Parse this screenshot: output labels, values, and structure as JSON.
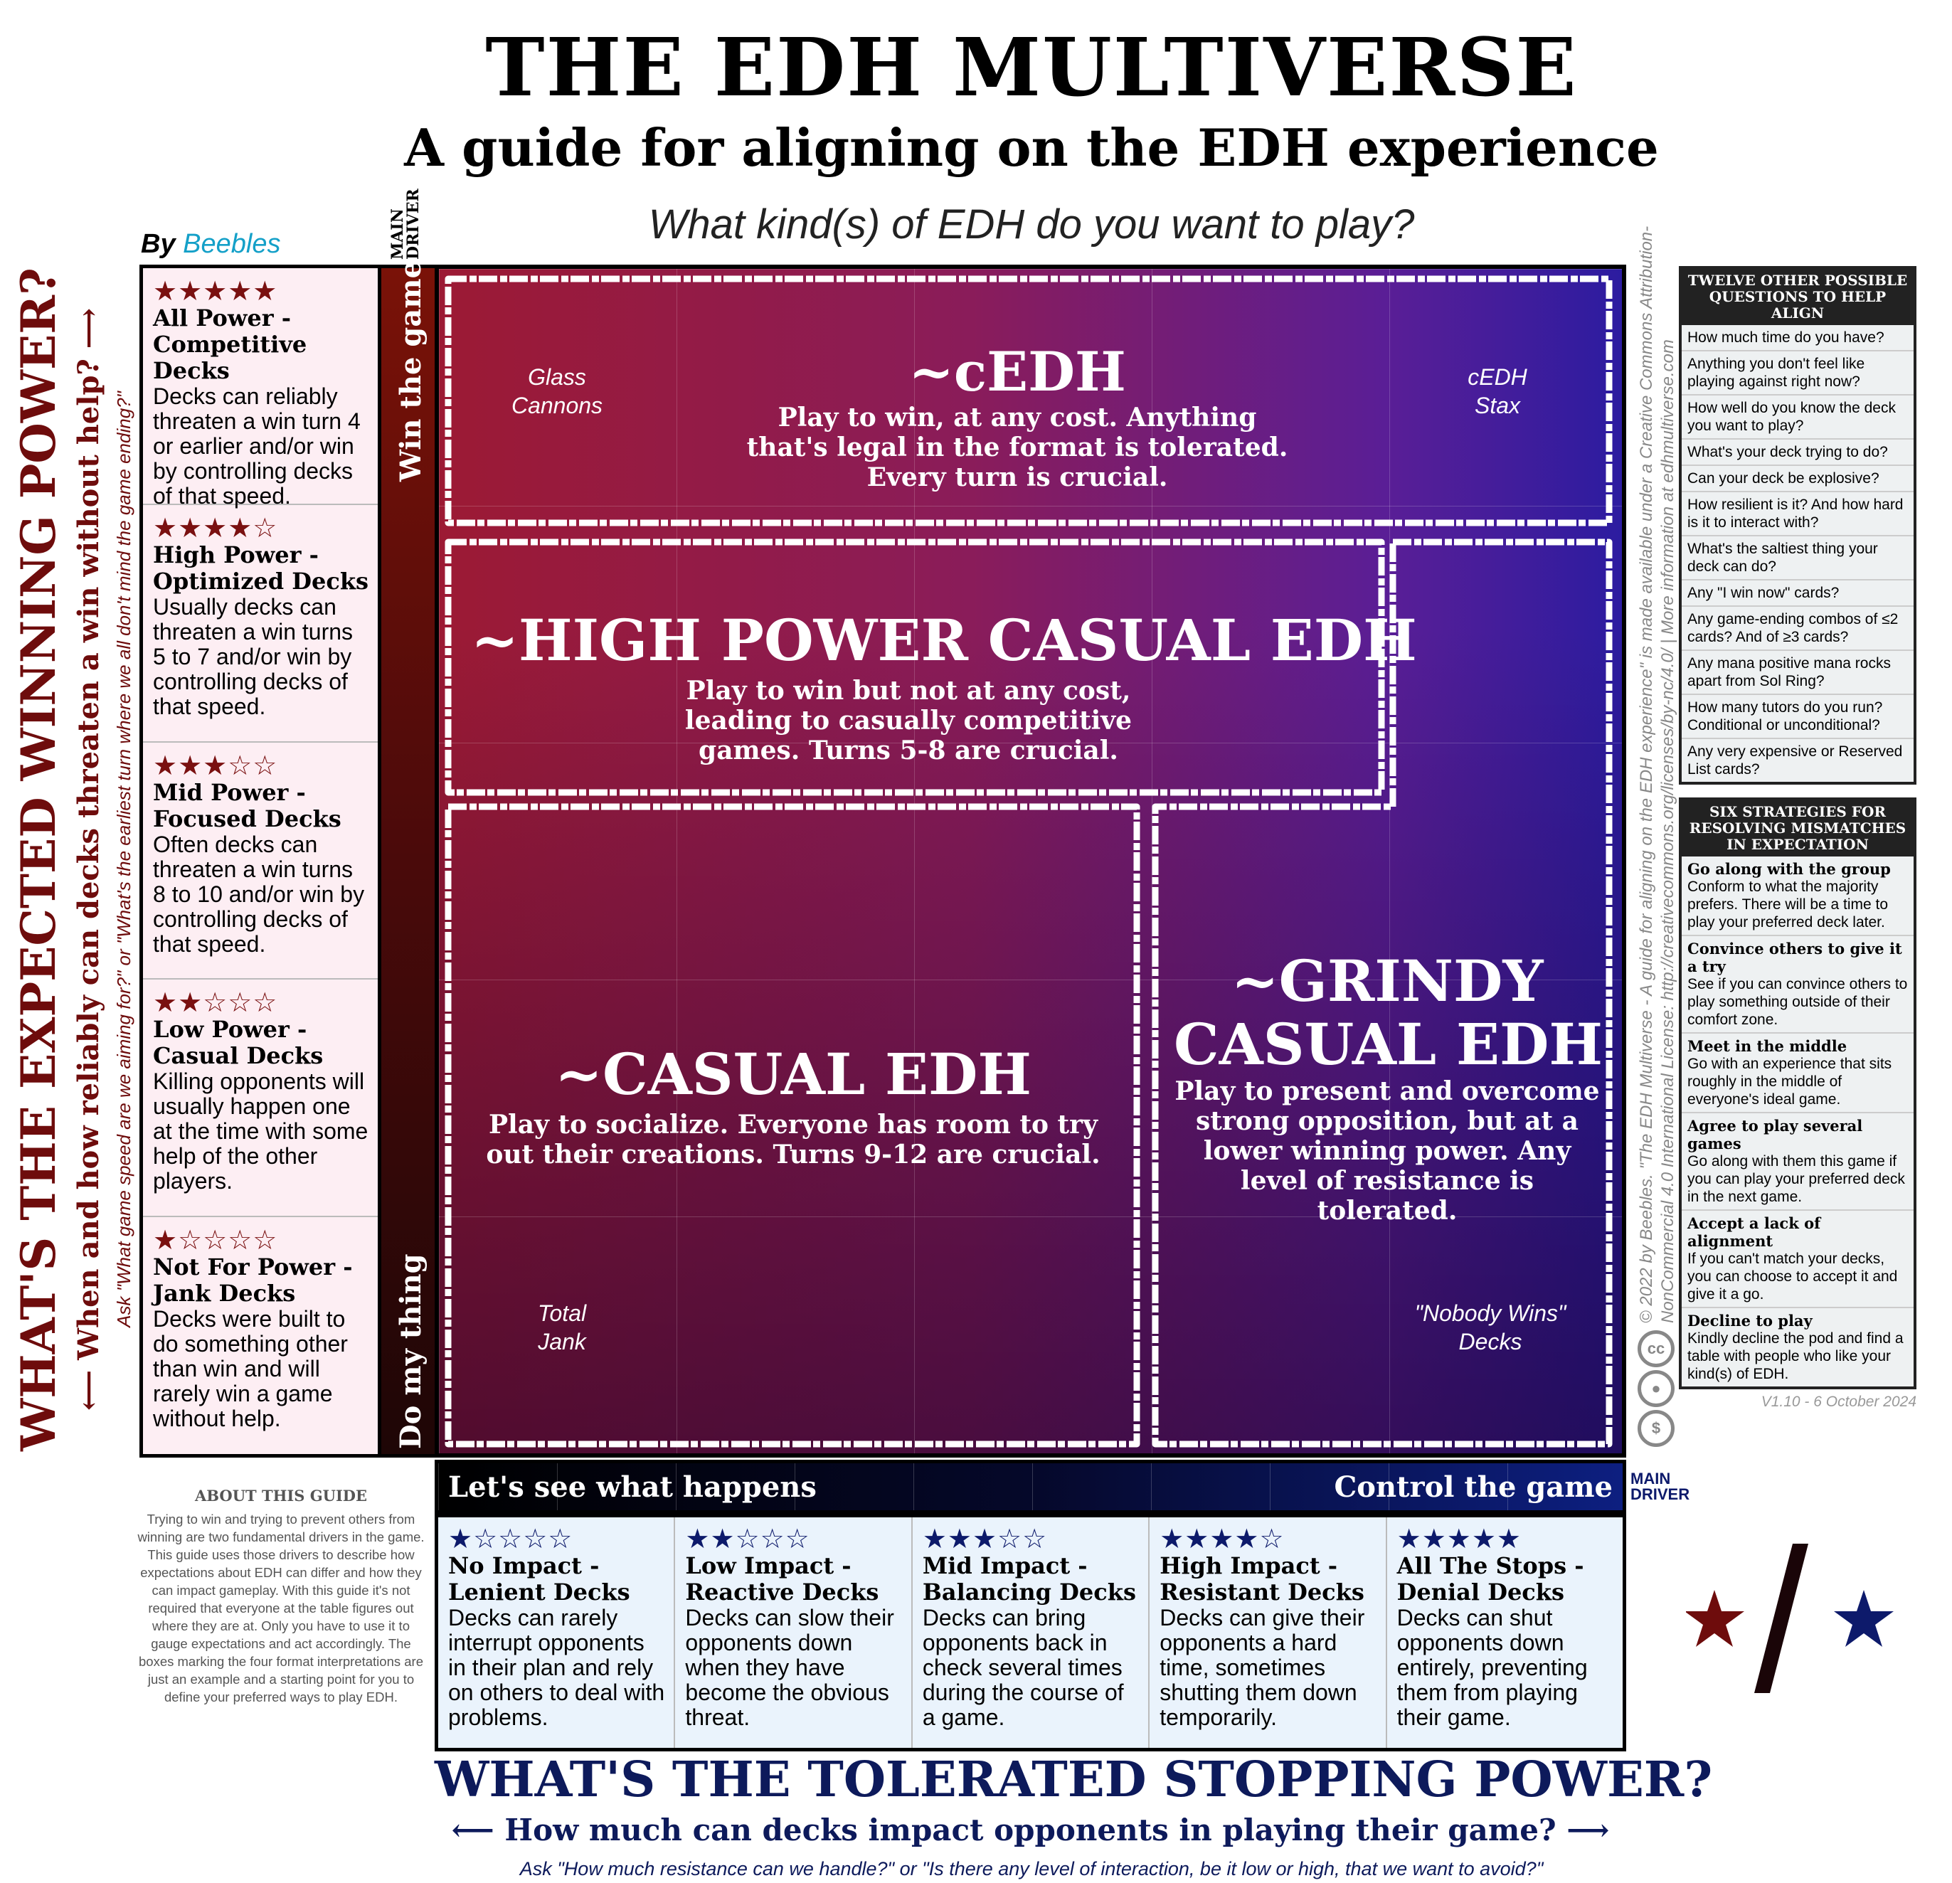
{
  "header": {
    "title": "THE EDH MULTIVERSE",
    "subtitle": "A guide for aligning on the EDH experience",
    "question": "What kind(s) of EDH do you want to play?",
    "by": "By",
    "author": "Beebles"
  },
  "main_driver_label": "MAIN DRIVER",
  "y_axis": {
    "title": "WHAT'S THE EXPECTED WINNING POWER?",
    "subtitle": "When and how reliably can decks threaten a win without help?",
    "ask": "Ask \"What game speed are we aiming for?\" or \"What's the earliest turn where we all don't mind the game ending?\"",
    "driver_top": "Win the game",
    "driver_bottom": "Do my thing",
    "star_color": "#7a1010"
  },
  "power_levels": [
    {
      "rating": 5,
      "title": "All Power - Competitive Decks",
      "desc": "Decks can reliably threaten a win turn 4 or earlier and/or win by controlling decks of that speed."
    },
    {
      "rating": 4,
      "title": "High Power - Optimized Decks",
      "desc": "Usually decks can threaten a win turns 5 to 7 and/or win by controlling decks of that speed."
    },
    {
      "rating": 3,
      "title": "Mid Power - Focused Decks",
      "desc": "Often decks can threaten a win turns 8 to 10 and/or win by controlling decks of that speed."
    },
    {
      "rating": 2,
      "title": "Low Power - Casual Decks",
      "desc": "Killing opponents will usually happen one at the time with some help of the other players."
    },
    {
      "rating": 1,
      "title": "Not For Power - Jank Decks",
      "desc": "Decks were built to do something other than win and will rarely win a game without help."
    }
  ],
  "x_axis": {
    "title": "WHAT'S THE TOLERATED STOPPING POWER?",
    "subtitle": "How much can decks impact opponents in playing their game?",
    "ask": "Ask \"How much resistance can we handle?\" or \"Is there any level of interaction, be it low or high, that we want to avoid?\"",
    "driver_left": "Let's see what happens",
    "driver_right": "Control the game",
    "star_color": "#0d1a6b"
  },
  "impact_levels": [
    {
      "rating": 1,
      "title": "No Impact - Lenient Decks",
      "desc": "Decks can rarely interrupt opponents in their plan and rely on others to deal with problems."
    },
    {
      "rating": 2,
      "title": "Low Impact - Reactive Decks",
      "desc": "Decks can slow their opponents down when they have become the obvious threat."
    },
    {
      "rating": 3,
      "title": "Mid Impact - Balancing Decks",
      "desc": "Decks can bring opponents back in check several times during the course of a game."
    },
    {
      "rating": 4,
      "title": "High Impact - Resistant Decks",
      "desc": "Decks can give their opponents a hard time, sometimes shutting them down temporarily."
    },
    {
      "rating": 5,
      "title": "All The Stops - Denial Decks",
      "desc": "Decks can shut opponents down entirely, preventing them from playing their game."
    }
  ],
  "formats": {
    "cedh": {
      "title": "~cEDH",
      "desc": "Play to win, at any cost. Anything that's legal in the format is tolerated. Every turn is crucial."
    },
    "high_power": {
      "title": "~HIGH POWER CASUAL EDH",
      "desc": "Play to win but not at any cost, leading to casually competitive games. Turns 5-8 are crucial."
    },
    "casual": {
      "title": "~CASUAL EDH",
      "desc": "Play to socialize. Everyone has room to try out their creations. Turns 9-12 are crucial."
    },
    "grindy": {
      "title_1": "~GRINDY",
      "title_2": "CASUAL EDH",
      "desc": "Play to present and overcome strong opposition, but at a lower winning power. Any level of resistance is tolerated."
    }
  },
  "corner_labels": {
    "top_left": "Glass Cannons",
    "top_right": "cEDH Stax",
    "bottom_left": "Total Jank",
    "bottom_right": "\"Nobody Wins\" Decks"
  },
  "about": {
    "title": "ABOUT THIS GUIDE",
    "text": "Trying to win and trying to prevent others from winning are two fundamental drivers in the game. This guide uses those drivers to describe how expectations about EDH can differ and how they can impact gameplay. With this guide it's not required that everyone at the table figures out where they are at. Only you have to use it to gauge expectations and act accordingly. The boxes marking the four format interpretations are just an example and a starting point for you to define your preferred ways to play EDH."
  },
  "credit": {
    "line1": "© 2022 by Beebles. \"The EDH Multiverse - A guide for aligning on the EDH experience\" is made available under a Creative Commons Attribution-",
    "line2": "NonCommercial 4.0 International License: http://creativecommons.org/licenses/by-nc/4.0/  |  More information at edhmultiverse.com",
    "icons": [
      "cc-icon",
      "by-icon",
      "nc-icon"
    ]
  },
  "questions": {
    "title": "TWELVE OTHER POSSIBLE QUESTIONS TO HELP ALIGN",
    "items": [
      "How much time do you have?",
      "Anything you don't feel like playing against right now?",
      "How well do you know the deck you want to play?",
      "What's your deck trying to do?",
      "Can your deck be explosive?",
      "How resilient is it? And how hard is it to interact with?",
      "What's the saltiest thing your deck can do?",
      "Any \"I win now\" cards?",
      "Any game-ending combos of ≤2 cards? And of ≥3 cards?",
      "Any mana positive mana rocks apart from Sol Ring?",
      "How many tutors do you run? Conditional or unconditional?",
      "Any very expensive or Reserved List cards?"
    ]
  },
  "strategies": {
    "title": "SIX STRATEGIES FOR RESOLVING MISMATCHES IN EXPECTATION",
    "items": [
      {
        "title": "Go along with the group",
        "desc": "Conform to what the majority prefers. There will be a time to play your preferred deck later."
      },
      {
        "title": "Convince others to give it a try",
        "desc": "See if you can convince others to play something outside of their comfort zone."
      },
      {
        "title": "Meet in the middle",
        "desc": "Go with an experience that sits roughly in the middle of everyone's ideal game."
      },
      {
        "title": "Agree to play several games",
        "desc": "Go along with them this game if you can play your preferred deck in the next game."
      },
      {
        "title": "Accept a lack of alignment",
        "desc": "If you can't match your decks, you can choose to accept it and give it a go."
      },
      {
        "title": "Decline to play",
        "desc": "Kindly decline the pod and find a table with people who like your kind(s) of EDH."
      }
    ]
  },
  "version": "V1.10 - 6 October 2024"
}
